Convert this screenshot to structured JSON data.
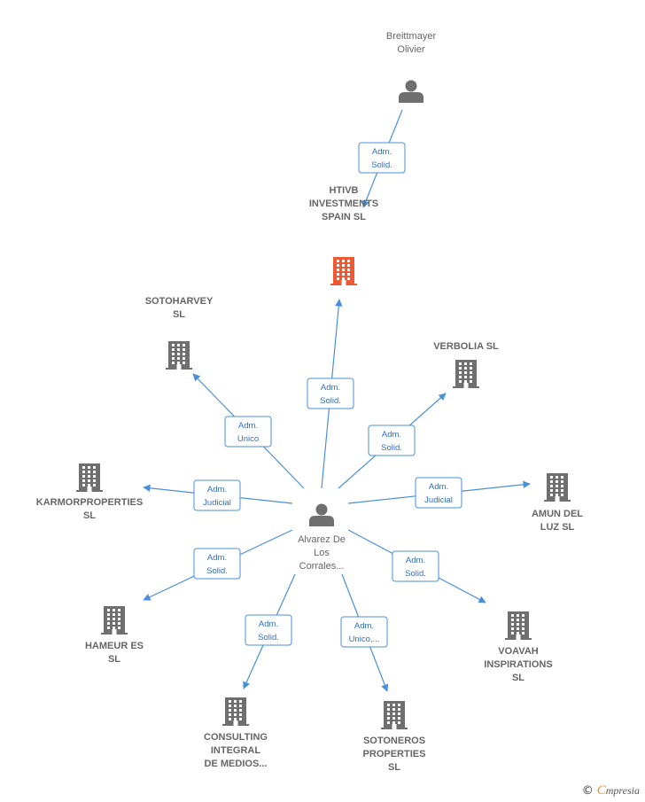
{
  "colors": {
    "edge": "#4a8fdc",
    "node_gray": "#6f6f6f",
    "node_highlight": "#ee5a33",
    "label": "#666666"
  },
  "nodes": [
    {
      "id": "breittmayer",
      "type": "person",
      "icon": "person-icon",
      "lines": [
        "Breittmayer",
        "Olivier"
      ]
    },
    {
      "id": "htivb",
      "type": "company",
      "highlight": true,
      "icon": "building-icon",
      "lines": [
        "HTIVB",
        "INVESTMENTS",
        "SPAIN  SL"
      ]
    },
    {
      "id": "sotoharvey",
      "type": "company",
      "icon": "building-icon",
      "lines": [
        "SOTOHARVEY",
        "SL"
      ]
    },
    {
      "id": "verbolia",
      "type": "company",
      "icon": "building-icon",
      "lines": [
        "VERBOLIA  SL"
      ]
    },
    {
      "id": "karmor",
      "type": "company",
      "icon": "building-icon",
      "lines": [
        "KARMORPROPERTIES",
        "SL"
      ]
    },
    {
      "id": "amun",
      "type": "company",
      "icon": "building-icon",
      "lines": [
        "AMUN DEL",
        "LUZ  SL"
      ]
    },
    {
      "id": "alvarez",
      "type": "person",
      "icon": "person-icon",
      "lines": [
        "Alvarez De",
        "Los",
        "Corrales..."
      ]
    },
    {
      "id": "hameur",
      "type": "company",
      "icon": "building-icon",
      "lines": [
        "HAMEUR ES",
        "SL"
      ]
    },
    {
      "id": "voavah",
      "type": "company",
      "icon": "building-icon",
      "lines": [
        "VOAVAH",
        "INSPIRATIONS",
        "SL"
      ]
    },
    {
      "id": "consulting",
      "type": "company",
      "icon": "building-icon",
      "lines": [
        "CONSULTING",
        "INTEGRAL",
        "DE MEDIOS..."
      ]
    },
    {
      "id": "sotoneros",
      "type": "company",
      "icon": "building-icon",
      "lines": [
        "SOTONEROS",
        "PROPERTIES",
        "SL"
      ]
    }
  ],
  "edges": [
    {
      "from": "breittmayer",
      "to": "htivb",
      "label": [
        "Adm.",
        "Solid."
      ]
    },
    {
      "from": "alvarez",
      "to": "htivb",
      "label": [
        "Adm.",
        "Solid."
      ]
    },
    {
      "from": "alvarez",
      "to": "sotoharvey",
      "label": [
        "Adm.",
        "Unico"
      ]
    },
    {
      "from": "alvarez",
      "to": "verbolia",
      "label": [
        "Adm.",
        "Solid."
      ]
    },
    {
      "from": "alvarez",
      "to": "karmor",
      "label": [
        "Adm.",
        "Judicial"
      ]
    },
    {
      "from": "alvarez",
      "to": "amun",
      "label": [
        "Adm.",
        "Judicial"
      ]
    },
    {
      "from": "alvarez",
      "to": "hameur",
      "label": [
        "Adm.",
        "Solid."
      ]
    },
    {
      "from": "alvarez",
      "to": "voavah",
      "label": [
        "Adm.",
        "Solid."
      ]
    },
    {
      "from": "alvarez",
      "to": "consulting",
      "label": [
        "Adm.",
        "Solid."
      ]
    },
    {
      "from": "alvarez",
      "to": "sotoneros",
      "label": [
        "Adm.",
        "Unico,..."
      ]
    }
  ],
  "brand": {
    "copyright": "©",
    "initial": "C",
    "name": "mpresia"
  }
}
